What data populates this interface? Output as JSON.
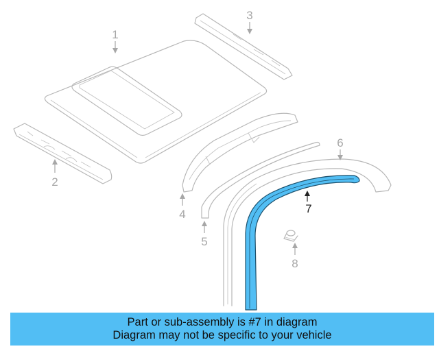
{
  "banner": {
    "line1": "Part or sub-assembly is #7 in diagram",
    "line2": "Diagram may not be specific to your vehicle",
    "background_color": "#52BEF4"
  },
  "highlight": {
    "part_number": "7",
    "fill_color": "#52BEF4"
  },
  "callouts": [
    {
      "id": "1",
      "label": "1"
    },
    {
      "id": "2",
      "label": "2"
    },
    {
      "id": "3",
      "label": "3"
    },
    {
      "id": "4",
      "label": "4"
    },
    {
      "id": "5",
      "label": "5"
    },
    {
      "id": "6",
      "label": "6"
    },
    {
      "id": "7",
      "label": "7"
    },
    {
      "id": "8",
      "label": "8"
    }
  ]
}
